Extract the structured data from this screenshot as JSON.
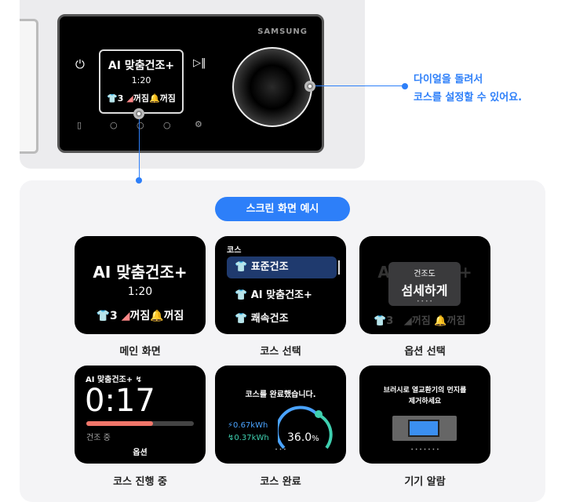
{
  "device": {
    "brand": "SAMSUNG",
    "screen": {
      "course": "AI 맞춤건조+",
      "time": "1:20",
      "level": "3",
      "option1": "꺼짐",
      "option2": "꺼짐"
    },
    "buttons": [
      "power-icon",
      "play-pause-icon",
      "brush-icon",
      "option-1",
      "option-2",
      "option-3",
      "settings-icon"
    ]
  },
  "callout": {
    "line1": "다이얼을 돌려서",
    "line2": "코스를 설정할 수 있어요."
  },
  "section_title": "스크린 화면 예시",
  "cards": [
    {
      "label": "메인 화면",
      "course": "AI 맞춤건조+",
      "time": "1:20",
      "level": "3",
      "option1": "꺼짐",
      "option2": "꺼짐"
    },
    {
      "label": "코스 선택",
      "header": "코스",
      "items": [
        "표준건조",
        "AI 맞춤건조+",
        "쾌속건조"
      ],
      "selected": 0
    },
    {
      "label": "옵션 선택",
      "bg_course": "AI 맞춤건조+",
      "popup_title": "건조도",
      "popup_value": "섬세하게",
      "bg_level": "3",
      "bg_option1": "꺼짐",
      "bg_option2": "꺼짐"
    },
    {
      "label": "코스 진행 중",
      "course": "AI 맞춤건조+",
      "time": "0:17",
      "progress_percent": 62,
      "status": "건조 중",
      "option": "옵션"
    },
    {
      "label": "코스 완료",
      "message": "코스를 완료했습니다.",
      "energy1": "0.67kWh",
      "energy2": "0.37kWh",
      "saving": "36.0",
      "unit": "%"
    },
    {
      "label": "기기 알람",
      "message_line1": "브러시로 열교환기의 먼지를",
      "message_line2": "제거하세요"
    }
  ],
  "colors": {
    "accent": "#2d7ff9",
    "progress": "#f0766a",
    "selected": "#1f3a6e",
    "energy": "#4aa3ff",
    "eco": "#3fd0b0"
  }
}
